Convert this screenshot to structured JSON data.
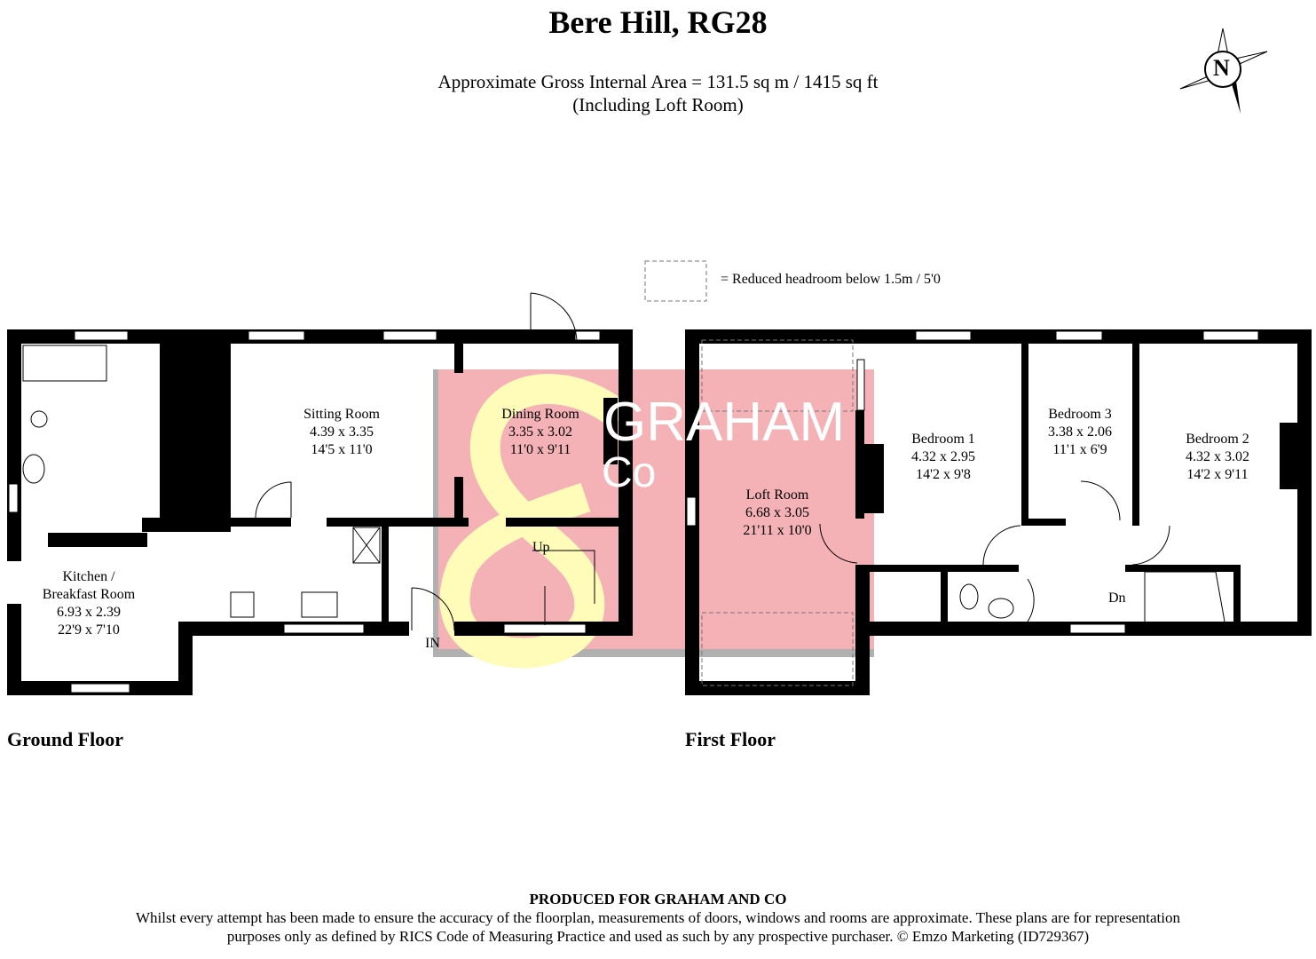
{
  "header": {
    "title": "Bere Hill, RG28",
    "area": "Approximate Gross Internal Area = 131.5 sq m / 1415 sq ft",
    "area_note": "(Including Loft Room)",
    "compass": "N"
  },
  "legend": {
    "text": "= Reduced headroom below 1.5m / 5'0"
  },
  "watermark": {
    "text1": "GRAHAM",
    "text2": "Co",
    "color": "#f4a7ae",
    "accent": "#fffbb8"
  },
  "ground_floor": {
    "label": "Ground Floor",
    "rooms": [
      {
        "name": "Sitting Room",
        "metric": "4.39 x 3.35",
        "imperial": "14'5 x 11'0"
      },
      {
        "name": "Dining Room",
        "metric": "3.35 x 3.02",
        "imperial": "11'0 x 9'11"
      },
      {
        "name": "Kitchen /",
        "name2": "Breakfast Room",
        "metric": "6.93 x 2.39",
        "imperial": "22'9 x 7'10"
      }
    ],
    "stairs": "Up",
    "entrance": "IN"
  },
  "first_floor": {
    "label": "First Floor",
    "rooms": [
      {
        "name": "Loft Room",
        "metric": "6.68 x 3.05",
        "imperial": "21'11 x 10'0"
      },
      {
        "name": "Bedroom 1",
        "metric": "4.32 x 2.95",
        "imperial": "14'2 x 9'8"
      },
      {
        "name": "Bedroom 3",
        "metric": "3.38 x 2.06",
        "imperial": "11'1 x 6'9"
      },
      {
        "name": "Bedroom 2",
        "metric": "4.32 x 3.02",
        "imperial": "14'2 x 9'11"
      }
    ],
    "stairs": "Dn"
  },
  "footer": {
    "produced": "PRODUCED FOR GRAHAM AND CO",
    "disclaimer1": "Whilst every attempt has been made to ensure the accuracy of the floorplan, measurements of doors, windows and rooms are approximate. These plans are for representation",
    "disclaimer2": "purposes only as defined by RICS Code of Measuring Practice and used as such by any prospective purchaser. © Emzo Marketing (ID729367)"
  }
}
